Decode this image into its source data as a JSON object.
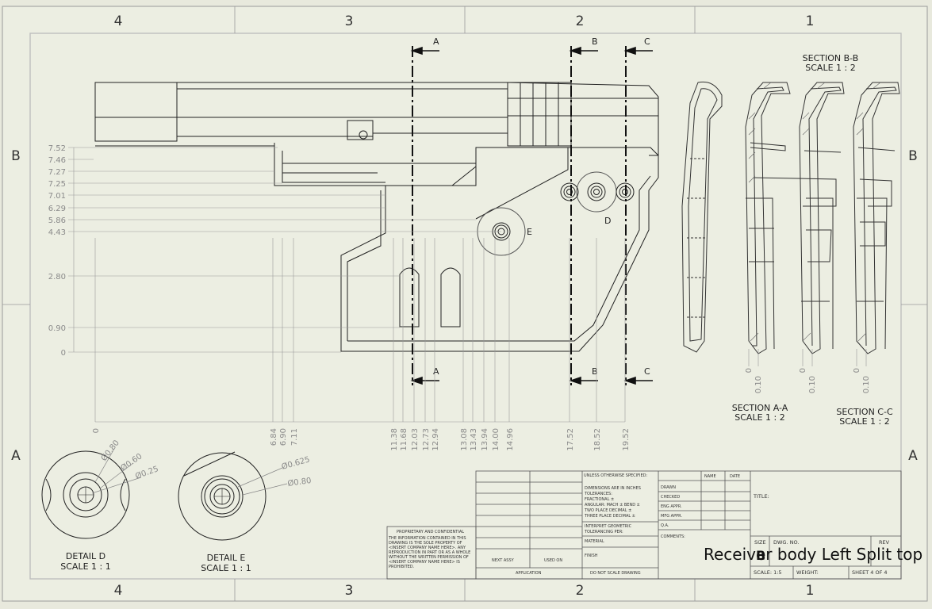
{
  "zones": {
    "columns": [
      "4",
      "3",
      "2",
      "1"
    ],
    "rows": [
      "B",
      "A"
    ]
  },
  "section_markers": {
    "a": "A",
    "b": "B",
    "c": "C"
  },
  "detail_markers": {
    "d": "D",
    "e": "E"
  },
  "ordinate_y": [
    "7.52",
    "7.46",
    "7.27",
    "7.25",
    "7.01",
    "6.29",
    "5.86",
    "4.43",
    "2.80",
    "0.90",
    "0"
  ],
  "ordinate_x": [
    "0",
    "6.84",
    "6.90",
    "7.11",
    "11.38",
    "11.68",
    "12.03",
    "12.73",
    "12.94",
    "13.08",
    "13.43",
    "13.94",
    "14.00",
    "14.96",
    "17.52",
    "18.52",
    "19.52"
  ],
  "section_views": {
    "bb": {
      "title": "SECTION B-B",
      "scale": "SCALE 1 : 2"
    },
    "aa": {
      "title": "SECTION A-A",
      "scale": "SCALE 1 : 2",
      "dims": [
        "0",
        "0.10"
      ]
    },
    "cc": {
      "title": "SECTION C-C",
      "scale": "SCALE 1 : 2",
      "dims": [
        "0",
        "0.10"
      ]
    },
    "mid_dims": [
      "0",
      "0.10"
    ]
  },
  "details": {
    "d": {
      "title": "DETAIL D",
      "scale": "SCALE 1 : 1",
      "dims": [
        "Ø0.80",
        "Ø0.60",
        "Ø0.25"
      ]
    },
    "e": {
      "title": "DETAIL E",
      "scale": "SCALE 1 : 1",
      "dims": [
        "Ø0.625",
        "Ø0.80"
      ]
    }
  },
  "title_block": {
    "unless_noted": "UNLESS OTHERWISE SPECIFIED:",
    "name_col": "NAME",
    "date_col": "DATE",
    "tolerances": [
      "DIMENSIONS ARE IN INCHES",
      "TOLERANCES:",
      "FRACTIONAL ±",
      "ANGULAR: MACH ±   BEND ±",
      "TWO PLACE DECIMAL   ±",
      "THREE PLACE DECIMAL  ±"
    ],
    "interpret": [
      "INTERPRET GEOMETRIC",
      "TOLERANCING PER:"
    ],
    "material": "MATERIAL",
    "finish": "FINISH",
    "roles": [
      "DRAWN",
      "CHECKED",
      "ENG APPR.",
      "MFG APPR.",
      "Q.A.",
      "COMMENTS:"
    ],
    "proprietary_title": "PROPRIETARY AND CONFIDENTIAL",
    "proprietary_text": [
      "THE INFORMATION CONTAINED IN THIS",
      "DRAWING IS THE SOLE PROPERTY OF",
      "<INSERT COMPANY NAME HERE>. ANY",
      "REPRODUCTION IN PART OR AS A WHOLE",
      "WITHOUT THE WRITTEN PERMISSION OF",
      "<INSERT COMPANY NAME HERE> IS",
      "PROHIBITED."
    ],
    "next_assy": "NEXT ASSY",
    "used_on": "USED ON",
    "application": "APPLICATION",
    "do_not_scale": "DO NOT SCALE DRAWING",
    "title_label": "TITLE:",
    "size_label": "SIZE",
    "size_value": "B",
    "dwg_label": "DWG.  NO.",
    "rev_label": "REV",
    "drawing_title": "Receiver body Left Split top",
    "scale": "SCALE: 1:5",
    "weight": "WEIGHT:",
    "sheet": "SHEET 4 OF 4"
  }
}
